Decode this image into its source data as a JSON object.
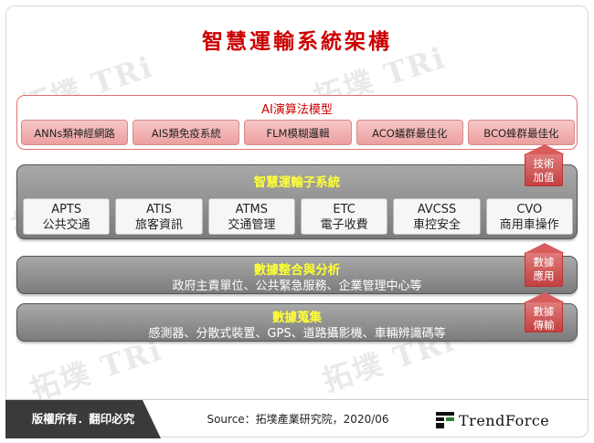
{
  "title": "智慧運輸系統架構",
  "ai_model": {
    "title": "AI演算法模型",
    "items": [
      "ANNs類神經網路",
      "AIS類免疫系統",
      "FLM模糊邏輯",
      "ACO蟻群最佳化",
      "BCO蜂群最佳化"
    ]
  },
  "subsystem": {
    "title": "智慧運輸子系統",
    "items": [
      {
        "code": "APTS",
        "name": "公共交通"
      },
      {
        "code": "ATIS",
        "name": "旅客資訊"
      },
      {
        "code": "ATMS",
        "name": "交通管理"
      },
      {
        "code": "ETC",
        "name": "電子收費"
      },
      {
        "code": "AVCSS",
        "name": "車控安全"
      },
      {
        "code": "CVO",
        "name": "商用車操作"
      }
    ]
  },
  "integration": {
    "title": "數據整合與分析",
    "subtitle": "政府主責單位、公共緊急服務、企業管理中心等"
  },
  "collection": {
    "title": "數據蒐集",
    "subtitle": "感測器、分散式裝置、GPS、道路攝影機、車輛辨識碼等"
  },
  "side_labels": {
    "tech_value": [
      "技術",
      "加值"
    ],
    "data_apply": [
      "數據",
      "應用"
    ],
    "data_transfer": [
      "數據",
      "傳輸"
    ]
  },
  "footer": {
    "copyright": "版權所有．翻印必究",
    "source": "Source：拓墣產業研究院，2020/06",
    "brand": "TrendForce"
  },
  "colors": {
    "title": "#cc0000",
    "panel_title": "#ffff33",
    "accent": "#c34040"
  }
}
